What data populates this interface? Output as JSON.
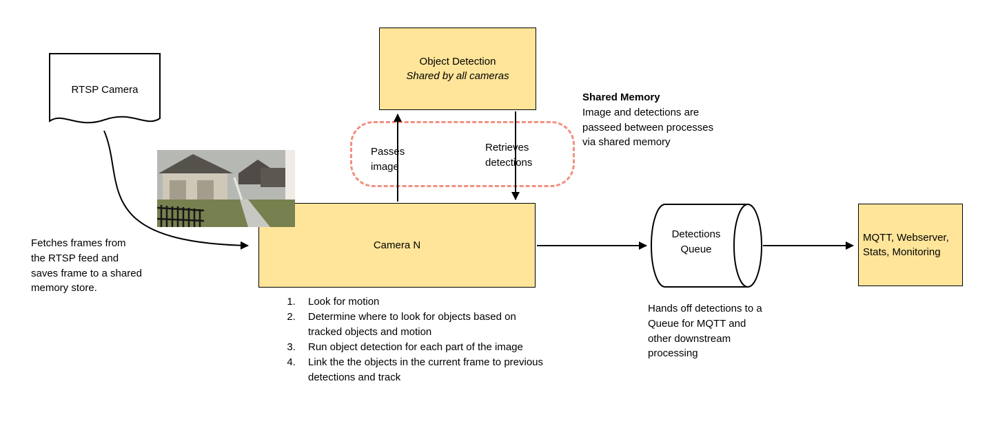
{
  "diagram": {
    "rtsp": {
      "label": "RTSP Camera"
    },
    "object_detection": {
      "title": "Object Detection",
      "subtitle": "Shared by all cameras"
    },
    "camera": {
      "label": "Camera N"
    },
    "queue": {
      "label": "Detections Queue"
    },
    "sink": {
      "label": "MQTT, Webserver, Stats, Monitoring"
    },
    "labels": {
      "passes_image": "Passes image",
      "retrieves_detections": "Retrieves detections",
      "shared_memory_title": "Shared Memory",
      "shared_memory_body": "Image and detections are passeed between processes via shared memory",
      "fetch_note": "Fetches frames from the RTSP feed and saves frame to a shared memory store.",
      "queue_note": "Hands off detections to a Queue for MQTT and other downstream processing"
    },
    "camera_steps": [
      "Look for motion",
      "Determine where to look for objects based on tracked objects and motion",
      "Run object detection for each part of the image",
      "Link the the objects in the current frame to previous detections and track"
    ],
    "colors": {
      "node_fill": "#ffe599",
      "node_border": "#000000",
      "shared_memory_dash": "#f2907f",
      "arrow": "#000000"
    }
  }
}
